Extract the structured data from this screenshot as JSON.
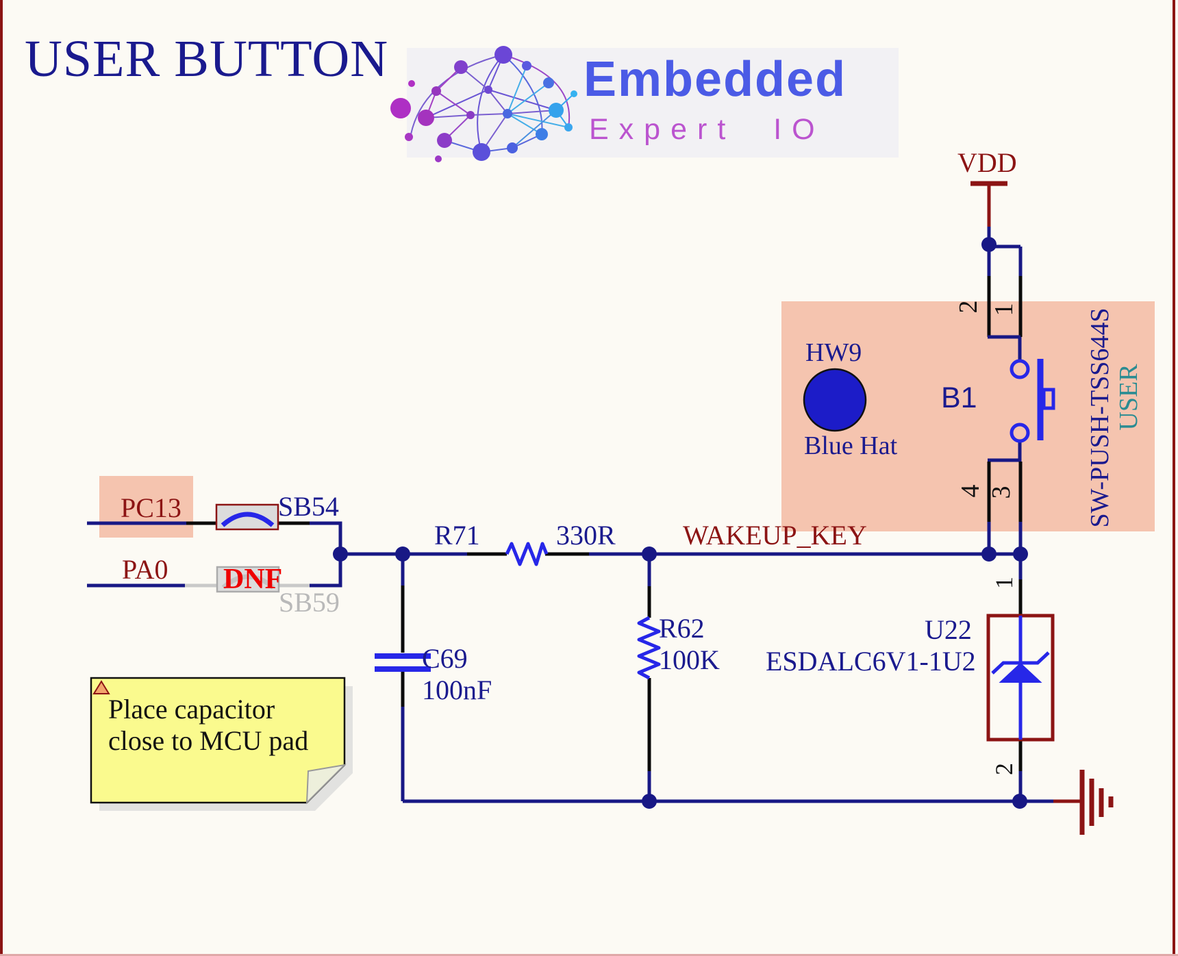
{
  "title": "USER BUTTON",
  "logo": {
    "brand": "Embedded",
    "sub": "Expert IO"
  },
  "nets": {
    "vdd": "VDD",
    "wakeup": "WAKEUP_KEY",
    "user": "USER"
  },
  "mcu_ports": {
    "pc13": "PC13",
    "pa0": "PA0"
  },
  "solder_bridges": {
    "sb54": "SB54",
    "sb59": "SB59",
    "dnf": "DNF"
  },
  "button": {
    "ref": "B1",
    "part": "SW-PUSH-TSS644S",
    "pin1": "1",
    "pin2": "2",
    "pin3": "3",
    "pin4": "4"
  },
  "hat": {
    "ref": "HW9",
    "label": "Blue Hat"
  },
  "resistor_r71": {
    "ref": "R71",
    "value": "330R"
  },
  "resistor_r62": {
    "ref": "R62",
    "value": "100K"
  },
  "capacitor_c69": {
    "ref": "C69",
    "value": "100nF"
  },
  "esd_diode": {
    "ref": "U22",
    "part": "ESDALC6V1-1U2",
    "pin1": "1",
    "pin2": "2"
  },
  "note": {
    "line1": "Place capacitor",
    "line2": "close to MCU pad"
  },
  "colors": {
    "background": "#FCFAF4",
    "wire_navy": "#181885",
    "symbol_blue": "#2727E8",
    "dark_red": "#8C1414",
    "highlight_salmon": "#F5C4AF",
    "note_yellow": "#FAFA8E",
    "brand_blue": "#4B5BE6",
    "brand_purple": "#BB54CF",
    "teal": "#2B8C92"
  }
}
